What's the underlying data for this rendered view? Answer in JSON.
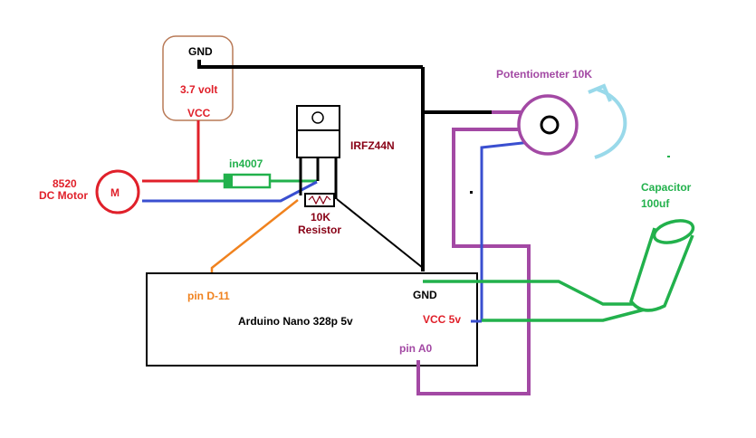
{
  "battery": {
    "gnd": "GND",
    "voltage": "3.7 volt",
    "vcc": "VCC"
  },
  "motor": {
    "model": "8520",
    "name": "DC Motor",
    "symbol": "M"
  },
  "diode": {
    "label": "in4007"
  },
  "mosfet": {
    "label": "IRFZ44N"
  },
  "resistor": {
    "value": "10K",
    "name": "Resistor"
  },
  "potentiometer": {
    "label": "Potentiometer 10K"
  },
  "capacitor": {
    "name": "Capacitor",
    "value": "100uf"
  },
  "arduino": {
    "title": "Arduino Nano 328p 5v",
    "pin_d11": "pin D-11",
    "gnd": "GND",
    "vcc": "VCC 5v",
    "pin_a0": "pin A0"
  },
  "colors": {
    "red": "#e0202a",
    "blue": "#3a4fd0",
    "green": "#22b14c",
    "black": "#000000",
    "purple": "#a349a4",
    "orange": "#f0821e",
    "brown": "#b97a57",
    "maroon": "#880015",
    "lightblue": "#99d9ea"
  }
}
